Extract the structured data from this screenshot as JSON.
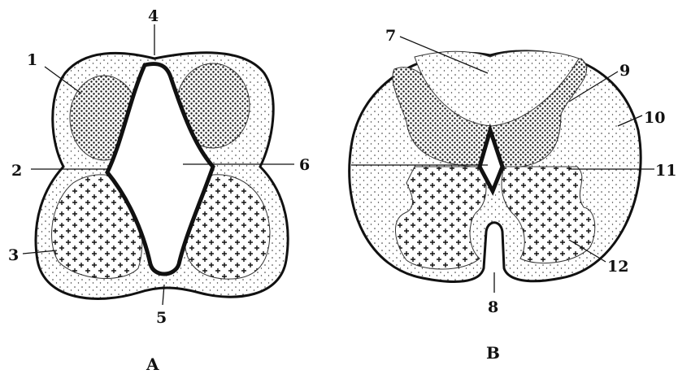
{
  "figure": {
    "panel_a": {
      "caption": "A",
      "labels": [
        "1",
        "2",
        "3",
        "4",
        "5",
        "6"
      ]
    },
    "panel_b": {
      "caption": "B",
      "labels": [
        "7",
        "8",
        "9",
        "10",
        "11",
        "12"
      ]
    }
  }
}
